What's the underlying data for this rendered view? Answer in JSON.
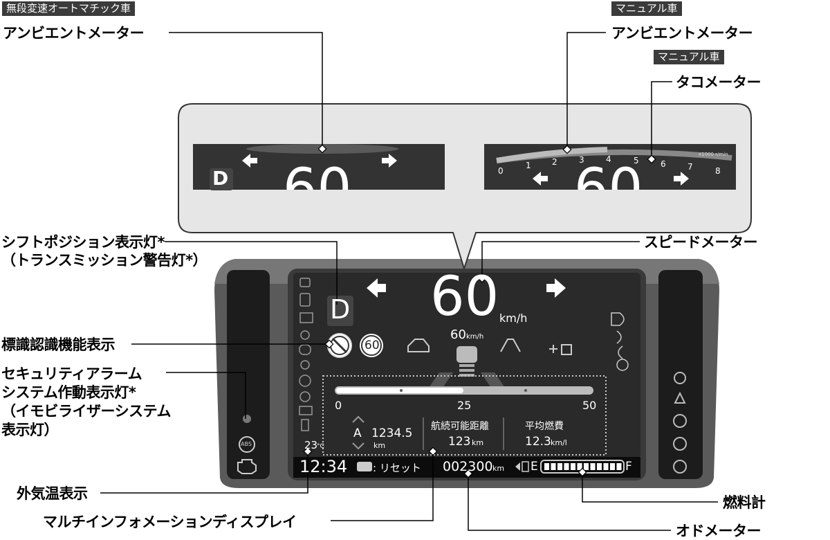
{
  "tags": {
    "cvt": "無段変速オートマチック車",
    "manual1": "マニュアル車",
    "manual2": "マニュアル車"
  },
  "labels": {
    "ambient_left": "アンビエントメーター",
    "ambient_right": "アンビエントメーター",
    "tachometer": "タコメーター",
    "shift_position_1": "シフトポジション表示灯*",
    "shift_position_2": "（トランスミッション警告灯*）",
    "speedometer": "スピードメーター",
    "sign_recognition": "標識認識機能表示",
    "security_1": "セキュリティアラーム",
    "security_2": "システム作動表示灯*",
    "security_3": "（イモビライザーシステム",
    "security_4": "表示灯）",
    "outside_temp": "外気温表示",
    "multi_info": "マルチインフォメーションディスプレイ",
    "fuel_gauge": "燃料計",
    "odometer": "オドメーター"
  },
  "inset_left": {
    "gear": "D",
    "speed": "60"
  },
  "inset_right": {
    "speed": "60",
    "tach_ticks": [
      "0",
      "1",
      "2",
      "3",
      "4",
      "5",
      "6",
      "7",
      "8"
    ],
    "tach_unit": "x1000 r/min"
  },
  "cluster": {
    "gear": "D",
    "speed": "60",
    "speed_unit": "km/h",
    "set_speed": "60",
    "set_speed_unit": "km/h",
    "sign_limit": "60",
    "bar_ticks": [
      "0",
      "25",
      "50"
    ],
    "trip_label": "A",
    "trip_value": "1234.5",
    "trip_unit": "km",
    "range_label": "航続可能距離",
    "range_value": "123",
    "range_unit": "km",
    "fuel_eco_label": "平均燃費",
    "fuel_eco_value": "12.3",
    "fuel_eco_unit": "km/l",
    "temp_value": "23",
    "temp_unit": "°C",
    "clock": "12:34",
    "reset_label": ": リセット",
    "odo_value": "002300",
    "odo_unit": "km",
    "fuel_empty": "E",
    "fuel_full": "F",
    "abs_label": "ABS"
  }
}
